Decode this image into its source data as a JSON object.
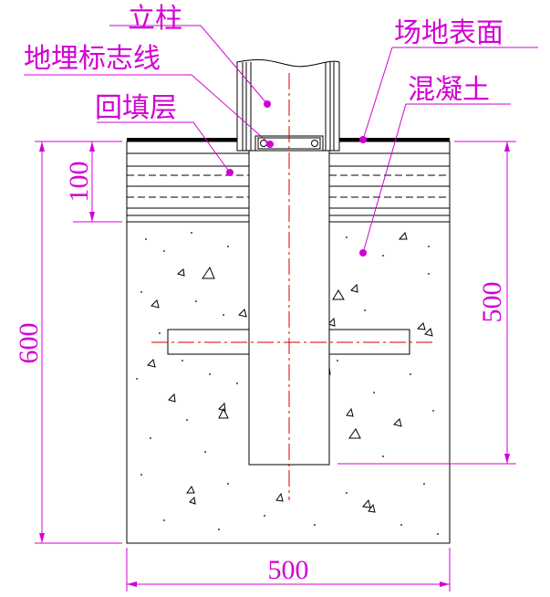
{
  "labels": {
    "post": "立柱",
    "marker_line": "地埋标志线",
    "ground_surface": "场地表面",
    "backfill_layer": "回填层",
    "concrete": "混凝土"
  },
  "dimensions": {
    "backfill_depth": "100",
    "total_depth": "600",
    "embed_depth": "500",
    "width": "500"
  },
  "colors": {
    "annotation": "#d400d4",
    "lines": "#000000",
    "centerline": "#d40000"
  }
}
